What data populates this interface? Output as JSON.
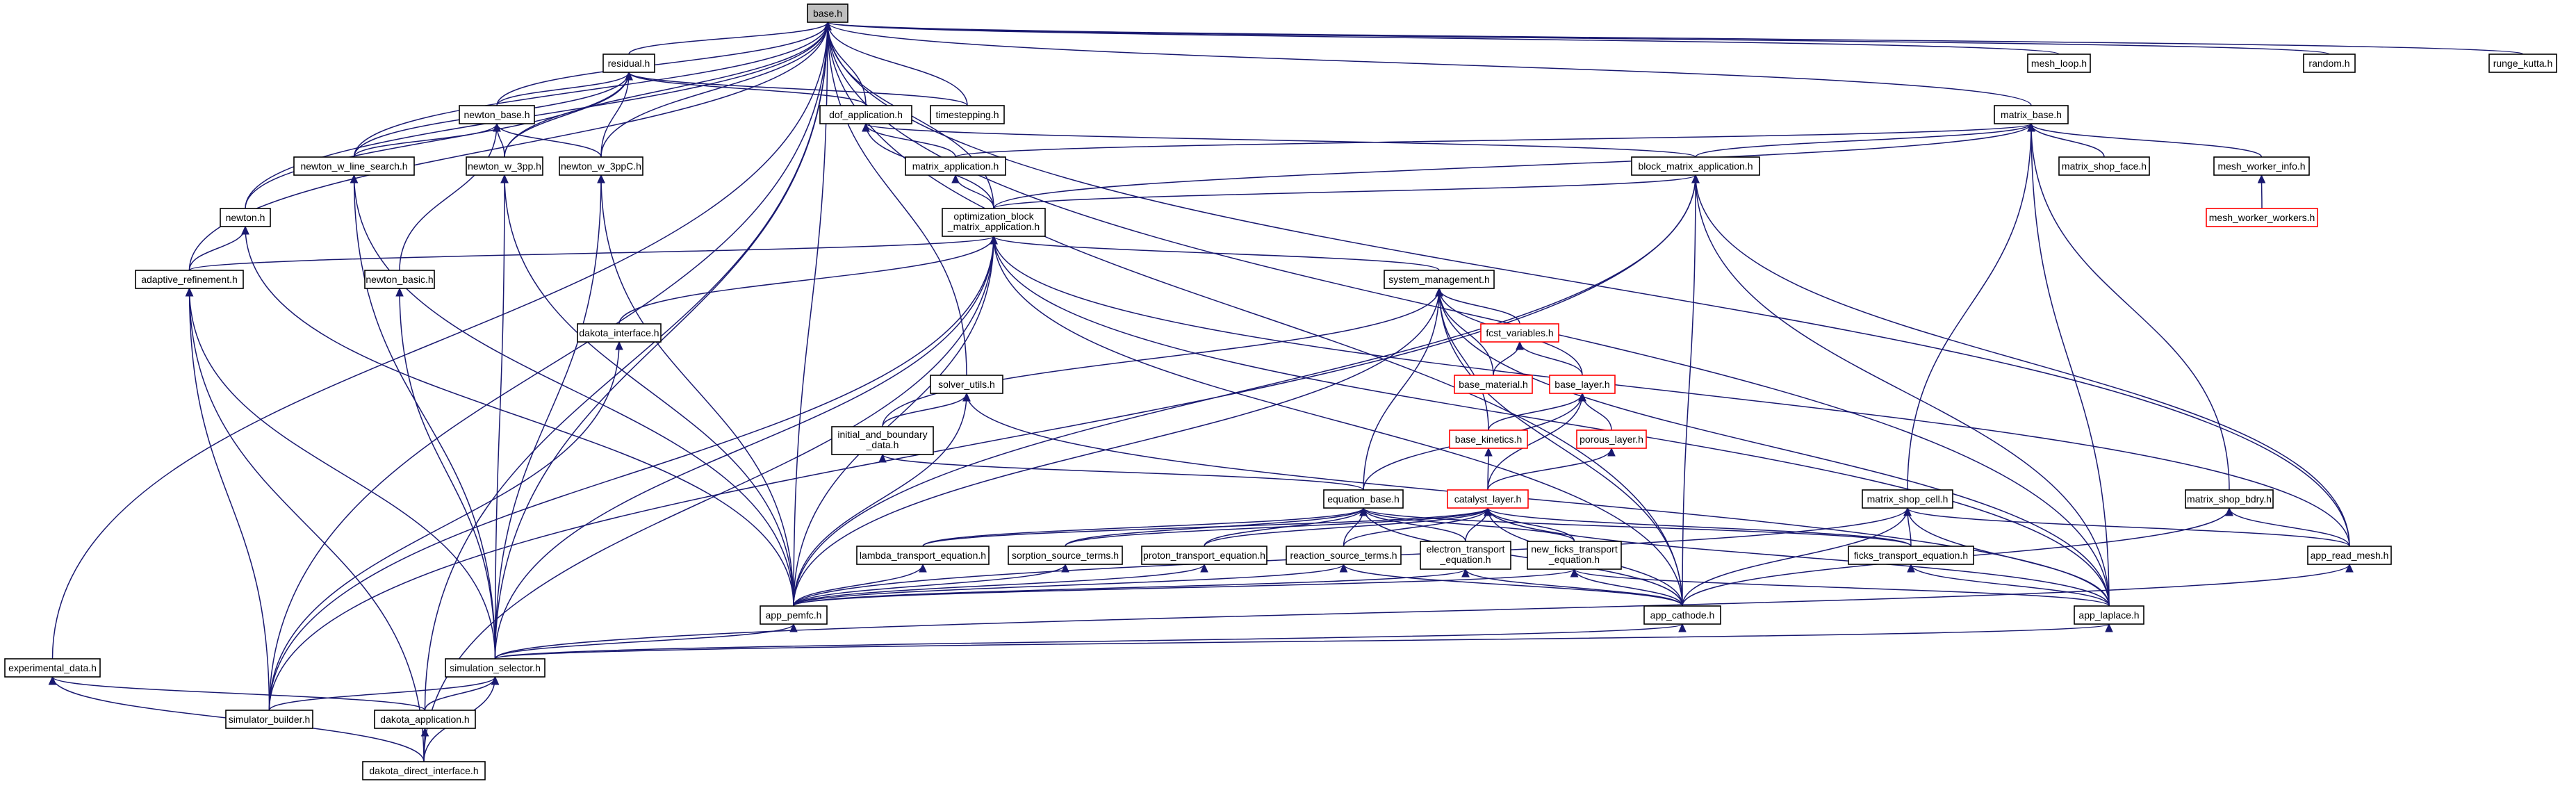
{
  "diagram_kind": "include-dependency-graph",
  "colors": {
    "edge": "#191970",
    "box_border": "#000000",
    "incomplete_border": "#ff0000",
    "root_fill": "#bfbfbf",
    "background": "#ffffff"
  },
  "nodes": [
    {
      "id": "base_h",
      "lines": [
        "base.h"
      ],
      "root": true
    },
    {
      "id": "residual_h",
      "lines": [
        "residual.h"
      ]
    },
    {
      "id": "mesh_loop_h",
      "lines": [
        "mesh_loop.h"
      ]
    },
    {
      "id": "random_h",
      "lines": [
        "random.h"
      ]
    },
    {
      "id": "runge_kutta_h",
      "lines": [
        "runge_kutta.h"
      ]
    },
    {
      "id": "newton_base_h",
      "lines": [
        "newton_base.h"
      ]
    },
    {
      "id": "dof_application_h",
      "lines": [
        "dof_application.h"
      ]
    },
    {
      "id": "timestepping_h",
      "lines": [
        "timestepping.h"
      ]
    },
    {
      "id": "matrix_base_h",
      "lines": [
        "matrix_base.h"
      ]
    },
    {
      "id": "newton_w_line_search_h",
      "lines": [
        "newton_w_line_search.h"
      ]
    },
    {
      "id": "newton_w_3pp_h",
      "lines": [
        "newton_w_3pp.h"
      ]
    },
    {
      "id": "newton_w_3ppC_h",
      "lines": [
        "newton_w_3ppC.h"
      ]
    },
    {
      "id": "matrix_application_h",
      "lines": [
        "matrix_application.h"
      ]
    },
    {
      "id": "block_matrix_application_h",
      "lines": [
        "block_matrix_application.h"
      ]
    },
    {
      "id": "matrix_shop_face_h",
      "lines": [
        "matrix_shop_face.h"
      ]
    },
    {
      "id": "mesh_worker_info_h",
      "lines": [
        "mesh_worker_info.h"
      ]
    },
    {
      "id": "newton_h",
      "lines": [
        "newton.h"
      ]
    },
    {
      "id": "optimization_block_matrix_application_h",
      "lines": [
        "optimization_block",
        "_matrix_application.h"
      ]
    },
    {
      "id": "mesh_worker_workers_h",
      "lines": [
        "mesh_worker_workers.h"
      ],
      "incomplete": true
    },
    {
      "id": "adaptive_refinement_h",
      "lines": [
        "adaptive_refinement.h"
      ]
    },
    {
      "id": "newton_basic_h",
      "lines": [
        "newton_basic.h"
      ]
    },
    {
      "id": "system_management_h",
      "lines": [
        "system_management.h"
      ]
    },
    {
      "id": "fcst_variables_h",
      "lines": [
        "fcst_variables.h"
      ],
      "incomplete": true
    },
    {
      "id": "dakota_interface_h",
      "lines": [
        "dakota_interface.h"
      ]
    },
    {
      "id": "base_material_h",
      "lines": [
        "base_material.h"
      ],
      "incomplete": true
    },
    {
      "id": "base_layer_h",
      "lines": [
        "base_layer.h"
      ],
      "incomplete": true
    },
    {
      "id": "solver_utils_h",
      "lines": [
        "solver_utils.h"
      ]
    },
    {
      "id": "initial_and_boundary_data_h",
      "lines": [
        "initial_and_boundary",
        "_data.h"
      ]
    },
    {
      "id": "base_kinetics_h",
      "lines": [
        "base_kinetics.h"
      ],
      "incomplete": true
    },
    {
      "id": "porous_layer_h",
      "lines": [
        "porous_layer.h"
      ],
      "incomplete": true
    },
    {
      "id": "equation_base_h",
      "lines": [
        "equation_base.h"
      ]
    },
    {
      "id": "catalyst_layer_h",
      "lines": [
        "catalyst_layer.h"
      ],
      "incomplete": true
    },
    {
      "id": "matrix_shop_cell_h",
      "lines": [
        "matrix_shop_cell.h"
      ]
    },
    {
      "id": "matrix_shop_bdry_h",
      "lines": [
        "matrix_shop_bdry.h"
      ]
    },
    {
      "id": "lambda_transport_equation_h",
      "lines": [
        "lambda_transport_equation.h"
      ]
    },
    {
      "id": "sorption_source_terms_h",
      "lines": [
        "sorption_source_terms.h"
      ]
    },
    {
      "id": "proton_transport_equation_h",
      "lines": [
        "proton_transport_equation.h"
      ]
    },
    {
      "id": "reaction_source_terms_h",
      "lines": [
        "reaction_source_terms.h"
      ]
    },
    {
      "id": "electron_transport_equation_h",
      "lines": [
        "electron_transport",
        "_equation.h"
      ]
    },
    {
      "id": "new_ficks_transport_equation_h",
      "lines": [
        "new_ficks_transport",
        "_equation.h"
      ]
    },
    {
      "id": "ficks_transport_equation_h",
      "lines": [
        "ficks_transport_equation.h"
      ]
    },
    {
      "id": "app_read_mesh_h",
      "lines": [
        "app_read_mesh.h"
      ]
    },
    {
      "id": "app_pemfc_h",
      "lines": [
        "app_pemfc.h"
      ]
    },
    {
      "id": "app_cathode_h",
      "lines": [
        "app_cathode.h"
      ]
    },
    {
      "id": "app_laplace_h",
      "lines": [
        "app_laplace.h"
      ]
    },
    {
      "id": "experimental_data_h",
      "lines": [
        "experimental_data.h"
      ]
    },
    {
      "id": "simulation_selector_h",
      "lines": [
        "simulation_selector.h"
      ]
    },
    {
      "id": "simulator_builder_h",
      "lines": [
        "simulator_builder.h"
      ]
    },
    {
      "id": "dakota_application_h",
      "lines": [
        "dakota_application.h"
      ]
    },
    {
      "id": "dakota_direct_interface_h",
      "lines": [
        "dakota_direct_interface.h"
      ]
    }
  ],
  "edges": [
    [
      "residual_h",
      "base_h"
    ],
    [
      "mesh_loop_h",
      "base_h"
    ],
    [
      "random_h",
      "base_h"
    ],
    [
      "runge_kutta_h",
      "base_h"
    ],
    [
      "newton_base_h",
      "base_h"
    ],
    [
      "dof_application_h",
      "base_h"
    ],
    [
      "timestepping_h",
      "base_h"
    ],
    [
      "matrix_base_h",
      "base_h"
    ],
    [
      "newton_w_line_search_h",
      "base_h"
    ],
    [
      "newton_w_3pp_h",
      "base_h"
    ],
    [
      "newton_w_3ppC_h",
      "base_h"
    ],
    [
      "newton_h",
      "base_h"
    ],
    [
      "optimization_block_matrix_application_h",
      "base_h"
    ],
    [
      "adaptive_refinement_h",
      "base_h"
    ],
    [
      "solver_utils_h",
      "base_h"
    ],
    [
      "experimental_data_h",
      "base_h"
    ],
    [
      "simulator_builder_h",
      "base_h"
    ],
    [
      "app_pemfc_h",
      "base_h"
    ],
    [
      "app_cathode_h",
      "base_h"
    ],
    [
      "app_laplace_h",
      "base_h"
    ],
    [
      "app_read_mesh_h",
      "base_h"
    ],
    [
      "simulation_selector_h",
      "base_h"
    ],
    [
      "newton_base_h",
      "residual_h"
    ],
    [
      "dof_application_h",
      "residual_h"
    ],
    [
      "timestepping_h",
      "residual_h"
    ],
    [
      "newton_w_line_search_h",
      "residual_h"
    ],
    [
      "newton_w_3pp_h",
      "residual_h"
    ],
    [
      "newton_w_3ppC_h",
      "residual_h"
    ],
    [
      "newton_h",
      "residual_h"
    ],
    [
      "newton_w_line_search_h",
      "newton_base_h"
    ],
    [
      "newton_w_3pp_h",
      "newton_base_h"
    ],
    [
      "newton_w_3ppC_h",
      "newton_base_h"
    ],
    [
      "newton_basic_h",
      "newton_base_h"
    ],
    [
      "matrix_application_h",
      "dof_application_h"
    ],
    [
      "block_matrix_application_h",
      "dof_application_h"
    ],
    [
      "optimization_block_matrix_application_h",
      "dof_application_h"
    ],
    [
      "matrix_application_h",
      "matrix_base_h"
    ],
    [
      "block_matrix_application_h",
      "matrix_base_h"
    ],
    [
      "matrix_shop_face_h",
      "matrix_base_h"
    ],
    [
      "mesh_worker_info_h",
      "matrix_base_h"
    ],
    [
      "matrix_shop_cell_h",
      "matrix_base_h"
    ],
    [
      "matrix_shop_bdry_h",
      "matrix_base_h"
    ],
    [
      "app_laplace_h",
      "matrix_base_h"
    ],
    [
      "optimization_block_matrix_application_h",
      "matrix_base_h"
    ],
    [
      "mesh_worker_workers_h",
      "mesh_worker_info_h"
    ],
    [
      "optimization_block_matrix_application_h",
      "matrix_application_h"
    ],
    [
      "optimization_block_matrix_application_h",
      "block_matrix_application_h"
    ],
    [
      "app_cathode_h",
      "block_matrix_application_h"
    ],
    [
      "app_read_mesh_h",
      "block_matrix_application_h"
    ],
    [
      "app_pemfc_h",
      "block_matrix_application_h"
    ],
    [
      "app_laplace_h",
      "block_matrix_application_h"
    ],
    [
      "simulator_builder_h",
      "block_matrix_application_h"
    ],
    [
      "adaptive_refinement_h",
      "newton_h"
    ],
    [
      "adaptive_refinement_h",
      "optimization_block_matrix_application_h"
    ],
    [
      "system_management_h",
      "optimization_block_matrix_application_h"
    ],
    [
      "dakota_interface_h",
      "optimization_block_matrix_application_h"
    ],
    [
      "app_pemfc_h",
      "optimization_block_matrix_application_h"
    ],
    [
      "app_cathode_h",
      "optimization_block_matrix_application_h"
    ],
    [
      "app_laplace_h",
      "optimization_block_matrix_application_h"
    ],
    [
      "app_read_mesh_h",
      "optimization_block_matrix_application_h"
    ],
    [
      "simulation_selector_h",
      "optimization_block_matrix_application_h"
    ],
    [
      "simulator_builder_h",
      "optimization_block_matrix_application_h"
    ],
    [
      "dakota_direct_interface_h",
      "optimization_block_matrix_application_h"
    ],
    [
      "fcst_variables_h",
      "system_management_h"
    ],
    [
      "base_material_h",
      "system_management_h"
    ],
    [
      "base_layer_h",
      "system_management_h"
    ],
    [
      "initial_and_boundary_data_h",
      "system_management_h"
    ],
    [
      "base_kinetics_h",
      "system_management_h"
    ],
    [
      "equation_base_h",
      "system_management_h"
    ],
    [
      "app_pemfc_h",
      "system_management_h"
    ],
    [
      "app_cathode_h",
      "system_management_h"
    ],
    [
      "app_laplace_h",
      "system_management_h"
    ],
    [
      "base_material_h",
      "fcst_variables_h"
    ],
    [
      "base_layer_h",
      "fcst_variables_h"
    ],
    [
      "base_kinetics_h",
      "base_layer_h"
    ],
    [
      "porous_layer_h",
      "base_layer_h"
    ],
    [
      "catalyst_layer_h",
      "base_layer_h"
    ],
    [
      "equation_base_h",
      "base_layer_h"
    ],
    [
      "initial_and_boundary_data_h",
      "solver_utils_h"
    ],
    [
      "app_pemfc_h",
      "solver_utils_h"
    ],
    [
      "app_laplace_h",
      "solver_utils_h"
    ],
    [
      "equation_base_h",
      "initial_and_boundary_data_h"
    ],
    [
      "catalyst_layer_h",
      "base_kinetics_h"
    ],
    [
      "catalyst_layer_h",
      "porous_layer_h"
    ],
    [
      "lambda_transport_equation_h",
      "equation_base_h"
    ],
    [
      "sorption_source_terms_h",
      "equation_base_h"
    ],
    [
      "proton_transport_equation_h",
      "equation_base_h"
    ],
    [
      "reaction_source_terms_h",
      "equation_base_h"
    ],
    [
      "electron_transport_equation_h",
      "equation_base_h"
    ],
    [
      "new_ficks_transport_equation_h",
      "equation_base_h"
    ],
    [
      "ficks_transport_equation_h",
      "equation_base_h"
    ],
    [
      "app_cathode_h",
      "equation_base_h"
    ],
    [
      "lambda_transport_equation_h",
      "catalyst_layer_h"
    ],
    [
      "sorption_source_terms_h",
      "catalyst_layer_h"
    ],
    [
      "proton_transport_equation_h",
      "catalyst_layer_h"
    ],
    [
      "reaction_source_terms_h",
      "catalyst_layer_h"
    ],
    [
      "electron_transport_equation_h",
      "catalyst_layer_h"
    ],
    [
      "new_ficks_transport_equation_h",
      "catalyst_layer_h"
    ],
    [
      "ficks_transport_equation_h",
      "catalyst_layer_h"
    ],
    [
      "app_cathode_h",
      "catalyst_layer_h"
    ],
    [
      "app_laplace_h",
      "catalyst_layer_h"
    ],
    [
      "ficks_transport_equation_h",
      "matrix_shop_cell_h"
    ],
    [
      "app_cathode_h",
      "matrix_shop_cell_h"
    ],
    [
      "app_laplace_h",
      "matrix_shop_cell_h"
    ],
    [
      "app_read_mesh_h",
      "matrix_shop_cell_h"
    ],
    [
      "app_pemfc_h",
      "matrix_shop_cell_h"
    ],
    [
      "app_read_mesh_h",
      "matrix_shop_bdry_h"
    ],
    [
      "app_cathode_h",
      "matrix_shop_bdry_h"
    ],
    [
      "app_pemfc_h",
      "lambda_transport_equation_h"
    ],
    [
      "app_pemfc_h",
      "sorption_source_terms_h"
    ],
    [
      "app_pemfc_h",
      "proton_transport_equation_h"
    ],
    [
      "app_pemfc_h",
      "reaction_source_terms_h"
    ],
    [
      "app_cathode_h",
      "reaction_source_terms_h"
    ],
    [
      "app_pemfc_h",
      "electron_transport_equation_h"
    ],
    [
      "app_cathode_h",
      "electron_transport_equation_h"
    ],
    [
      "app_cathode_h",
      "new_ficks_transport_equation_h"
    ],
    [
      "app_laplace_h",
      "new_ficks_transport_equation_h"
    ],
    [
      "app_pemfc_h",
      "new_ficks_transport_equation_h"
    ],
    [
      "app_laplace_h",
      "ficks_transport_equation_h"
    ],
    [
      "simulation_selector_h",
      "app_read_mesh_h"
    ],
    [
      "simulation_selector_h",
      "app_pemfc_h"
    ],
    [
      "simulation_selector_h",
      "app_cathode_h"
    ],
    [
      "simulation_selector_h",
      "app_laplace_h"
    ],
    [
      "simulator_builder_h",
      "simulation_selector_h"
    ],
    [
      "dakota_application_h",
      "simulation_selector_h"
    ],
    [
      "dakota_direct_interface_h",
      "simulation_selector_h"
    ],
    [
      "simulator_builder_h",
      "adaptive_refinement_h"
    ],
    [
      "simulation_selector_h",
      "adaptive_refinement_h"
    ],
    [
      "dakota_direct_interface_h",
      "adaptive_refinement_h"
    ],
    [
      "app_pemfc_h",
      "newton_h"
    ],
    [
      "app_pemfc_h",
      "newton_w_3pp_h"
    ],
    [
      "app_pemfc_h",
      "newton_w_3ppC_h"
    ],
    [
      "app_pemfc_h",
      "newton_w_line_search_h"
    ],
    [
      "simulation_selector_h",
      "newton_w_line_search_h"
    ],
    [
      "simulation_selector_h",
      "newton_w_3pp_h"
    ],
    [
      "simulation_selector_h",
      "newton_w_3ppC_h"
    ],
    [
      "simulation_selector_h",
      "newton_basic_h"
    ],
    [
      "simulator_builder_h",
      "dakota_interface_h"
    ],
    [
      "dakota_application_h",
      "experimental_data_h"
    ],
    [
      "dakota_direct_interface_h",
      "experimental_data_h"
    ],
    [
      "dakota_direct_interface_h",
      "dakota_application_h"
    ],
    [
      "dakota_application_h",
      "base_h"
    ]
  ]
}
